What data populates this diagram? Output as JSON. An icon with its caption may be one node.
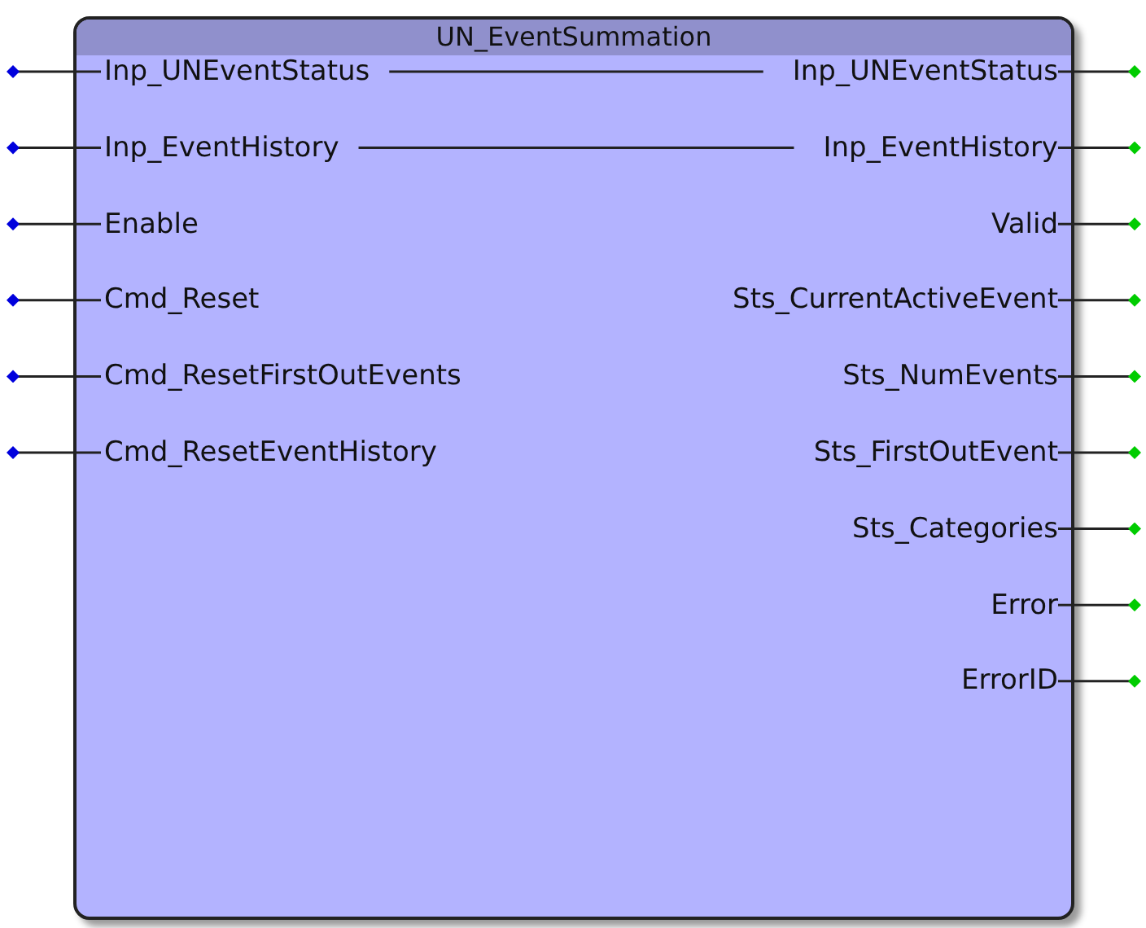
{
  "diagram": {
    "nodes": [
      {
        "text": [
          "UN_EventSummation"
        ]
      },
      {
        "text": [
          "Inp_UNEventStatus"
        ],
        "in": 0
      },
      {
        "text": [
          "Inp_EventHistory"
        ],
        "in": 0
      },
      {
        "text": [
          "Enable"
        ],
        "in": 0
      },
      {
        "text": [
          "Cmd_Reset"
        ],
        "in": 0
      },
      {
        "text": [
          "Cmd_ResetFirstOutEvents"
        ],
        "in": 0
      },
      {
        "text": [
          "Cmd_ResetEventHistory"
        ],
        "in": 0
      },
      {
        "text": [
          "Inp_UNEventStatus"
        ],
        "in": 0
      },
      {
        "text": [
          "Inp_EventHistory"
        ],
        "in": 0
      },
      {
        "text": [
          "Valid"
        ],
        "in": 0
      },
      {
        "text": [
          "Sts_CurrentActiveEvent"
        ],
        "in": 0
      },
      {
        "text": [
          "Sts_NumEvents"
        ],
        "in": 0
      },
      {
        "text": [
          "Sts_FirstOutEvent"
        ],
        "in": 0
      },
      {
        "text": [
          "Sts_Categories"
        ],
        "in": 0
      },
      {
        "text": [
          "Error"
        ],
        "in": 0
      },
      {
        "text": [
          "ErrorID"
        ],
        "in": 0
      }
    ],
    "edges": [
      {
        "from": null,
        "to": 1,
        "arrow": "other"
      },
      {
        "from": null,
        "to": 2,
        "arrow": "other"
      },
      {
        "from": null,
        "to": 3,
        "arrow": "other"
      },
      {
        "from": null,
        "to": 4,
        "arrow": "other"
      },
      {
        "from": null,
        "to": 5,
        "arrow": "other"
      },
      {
        "from": null,
        "to": 6,
        "arrow": "other"
      },
      {
        "from": 1,
        "to": 7,
        "arrow": "none"
      },
      {
        "from": 2,
        "to": 8,
        "arrow": "none"
      },
      {
        "from": 7,
        "to": null,
        "arrow": "other"
      },
      {
        "from": 8,
        "to": null,
        "arrow": "other"
      },
      {
        "from": 9,
        "to": null,
        "arrow": "other"
      },
      {
        "from": 10,
        "to": null,
        "arrow": "other"
      },
      {
        "from": 11,
        "to": null,
        "arrow": "other"
      },
      {
        "from": 12,
        "to": null,
        "arrow": "other"
      },
      {
        "from": 13,
        "to": null,
        "arrow": "other"
      },
      {
        "from": 14,
        "to": null,
        "arrow": "other"
      },
      {
        "from": 15,
        "to": null,
        "arrow": "other"
      }
    ]
  }
}
